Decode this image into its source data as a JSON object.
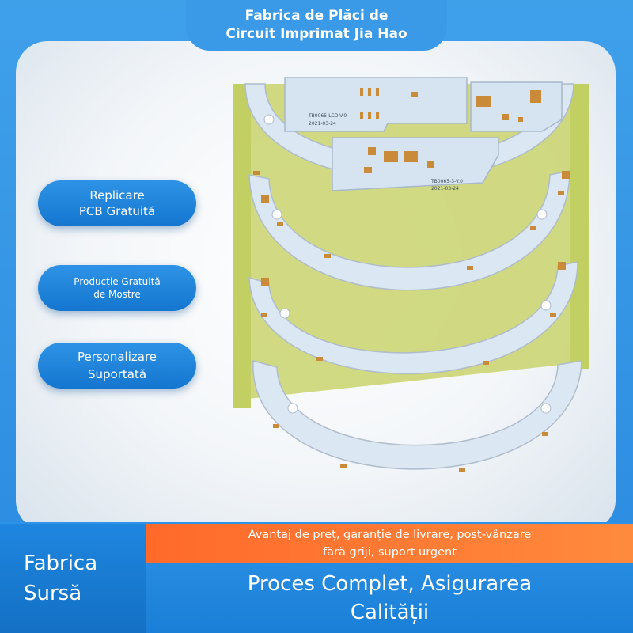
{
  "header": {
    "title_line1": "Fabrica de Plăci de",
    "title_line2": "Circuit Imprimat Jia Hao"
  },
  "features": [
    {
      "line1": "Replicare",
      "line2": "PCB Gratuită"
    },
    {
      "line1": "Producție Gratuită",
      "line2": "de Mostre"
    },
    {
      "line1": "Personalizare",
      "line2": "Suportată"
    }
  ],
  "pcb_labels": {
    "board1_code": "TB0065-LCD-V.0",
    "board1_date": "2021-03-24",
    "board2_code": "TB0065-3-V.0",
    "board2_date": "2021-03-24"
  },
  "footer": {
    "source_line1": "Fabrica",
    "source_line2": "Sursă",
    "advantages_line1": "Avantaj de preț, garanție de livrare, post-vânzare",
    "advantages_line2": "fără griji, suport urgent",
    "quality_line1": "Proces Complet, Asigurarea",
    "quality_line2": "Calității"
  },
  "colors": {
    "accent_blue": "#2a8ae0",
    "orange": "#ff7a33",
    "pcb_white": "#dbe7f3",
    "pcb_green": "#c8d36a"
  }
}
